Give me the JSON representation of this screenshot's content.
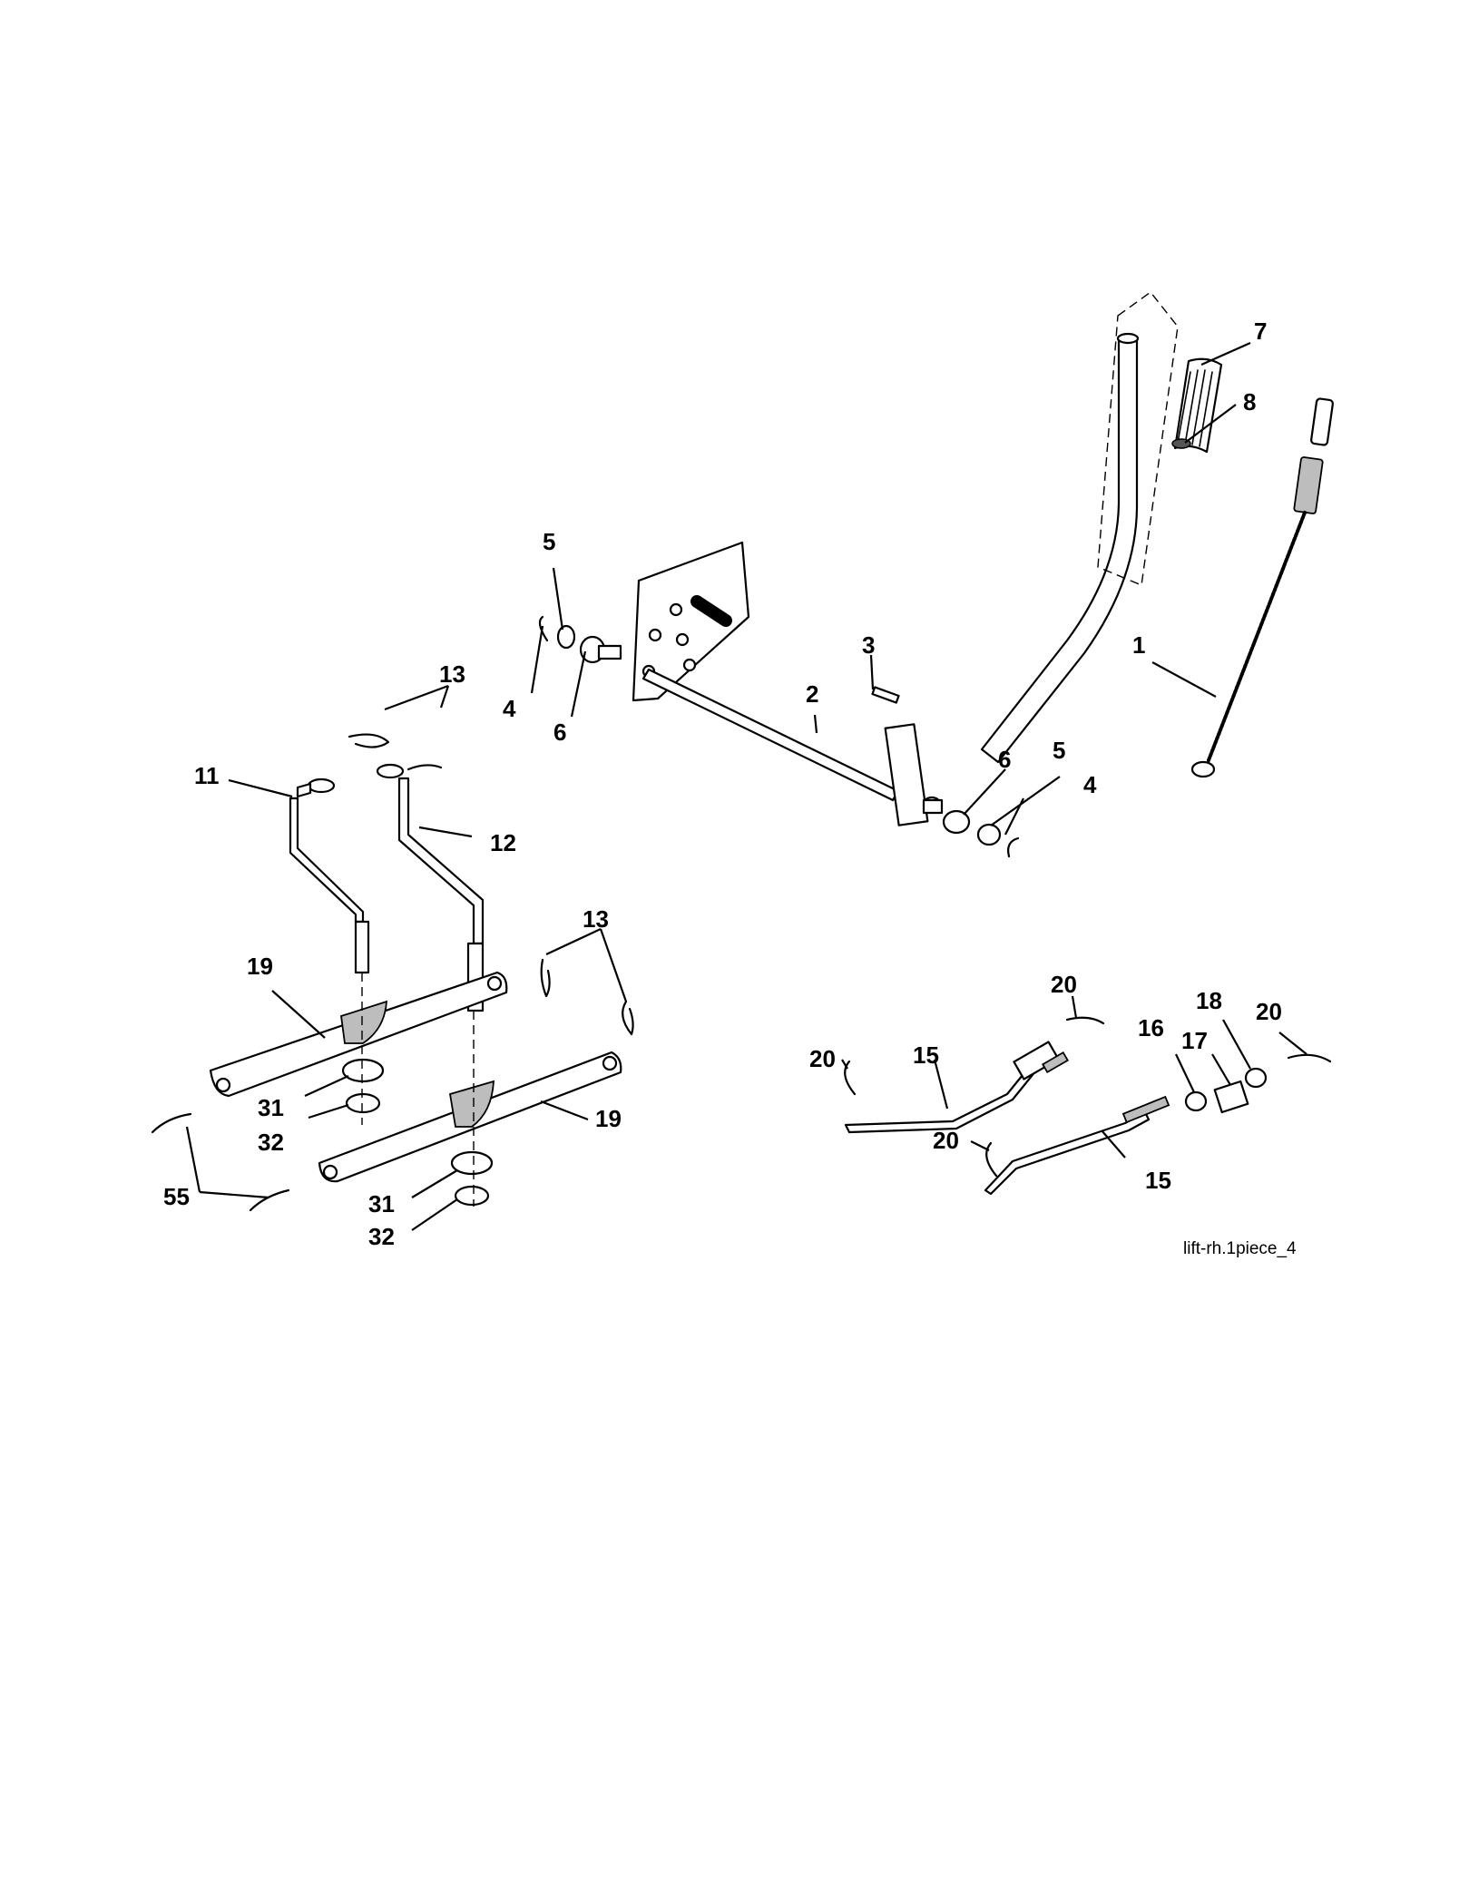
{
  "diagram": {
    "figure_ref": "lift-rh.1piece_4",
    "callouts": {
      "c1": "1",
      "c2": "2",
      "c3": "3",
      "c4a": "4",
      "c4b": "4",
      "c5a": "5",
      "c5b": "5",
      "c6a": "6",
      "c6b": "6",
      "c7": "7",
      "c8": "8",
      "c11": "11",
      "c12": "12",
      "c13a": "13",
      "c13b": "13",
      "c15a": "15",
      "c15b": "15",
      "c16": "16",
      "c17": "17",
      "c18": "18",
      "c19a": "19",
      "c19b": "19",
      "c20a": "20",
      "c20b": "20",
      "c20c": "20",
      "c20d": "20",
      "c31a": "31",
      "c31b": "31",
      "c32a": "32",
      "c32b": "32",
      "c55": "55"
    }
  }
}
